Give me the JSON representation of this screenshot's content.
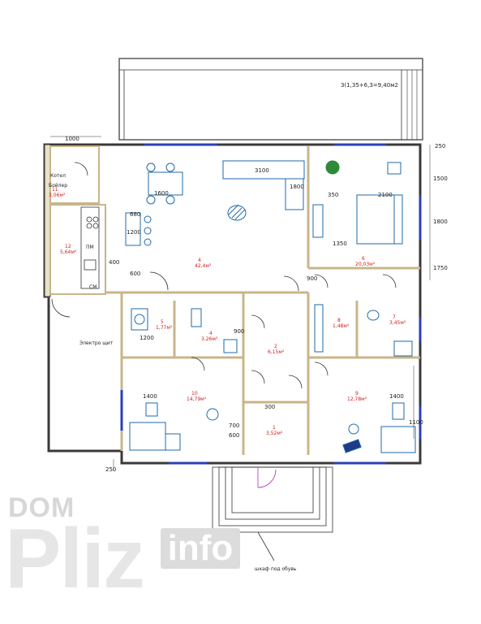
{
  "dimensions": {
    "d1000": "1000",
    "d3100": "3100",
    "d1600": "1600",
    "d1800": "1800",
    "d680": "680",
    "d1200": "1200",
    "d900": "900",
    "d400": "400",
    "d600": "600",
    "d350": "350",
    "d2100": "2100",
    "d1350": "1350",
    "d1500": "1500",
    "d1800b": "1800",
    "d1750": "1750",
    "d250": "250",
    "d1400a": "1400",
    "d1400b": "1400",
    "d1100": "1100",
    "d300": "300",
    "d700": "700",
    "d250b": "250",
    "d1200b": "1200",
    "d900b": "900",
    "d600b": "600"
  },
  "terrace_label": "3(1,35+6,3=9,40м2",
  "rooms": [
    {
      "num": "11",
      "area": "3,06м²"
    },
    {
      "num": "12",
      "area": "5,64м²"
    },
    {
      "num": "4",
      "area": "42,4м²"
    },
    {
      "num": "6",
      "area": "20,03м²"
    },
    {
      "num": "5",
      "area": "1,77м²"
    },
    {
      "num": "4",
      "area": "3,26м²"
    },
    {
      "num": "2",
      "area": "6,15м²"
    },
    {
      "num": "8",
      "area": "1,48м²"
    },
    {
      "num": "7",
      "area": "3,45м²"
    },
    {
      "num": "10",
      "area": "14,79м²"
    },
    {
      "num": "9",
      "area": "12,78м²"
    },
    {
      "num": "1",
      "area": "3,52м²"
    }
  ],
  "labels": {
    "room11_a": "Котел",
    "room11_b": "Бойлер",
    "pm": "ПМ",
    "sm": "СМ",
    "electro": "Электро щит",
    "entrance": "шкаф под обувь"
  },
  "watermark": {
    "dom": "DOM",
    "pliz": "Pliz",
    "info": "info"
  },
  "colors": {
    "wall": "#3a3a3a",
    "inner_wall": "#c9b58a",
    "window": "#2a3fb8",
    "furniture": "#1f6aa8",
    "area_text": "#d21a1a",
    "watermark": "#dcdcdc"
  }
}
